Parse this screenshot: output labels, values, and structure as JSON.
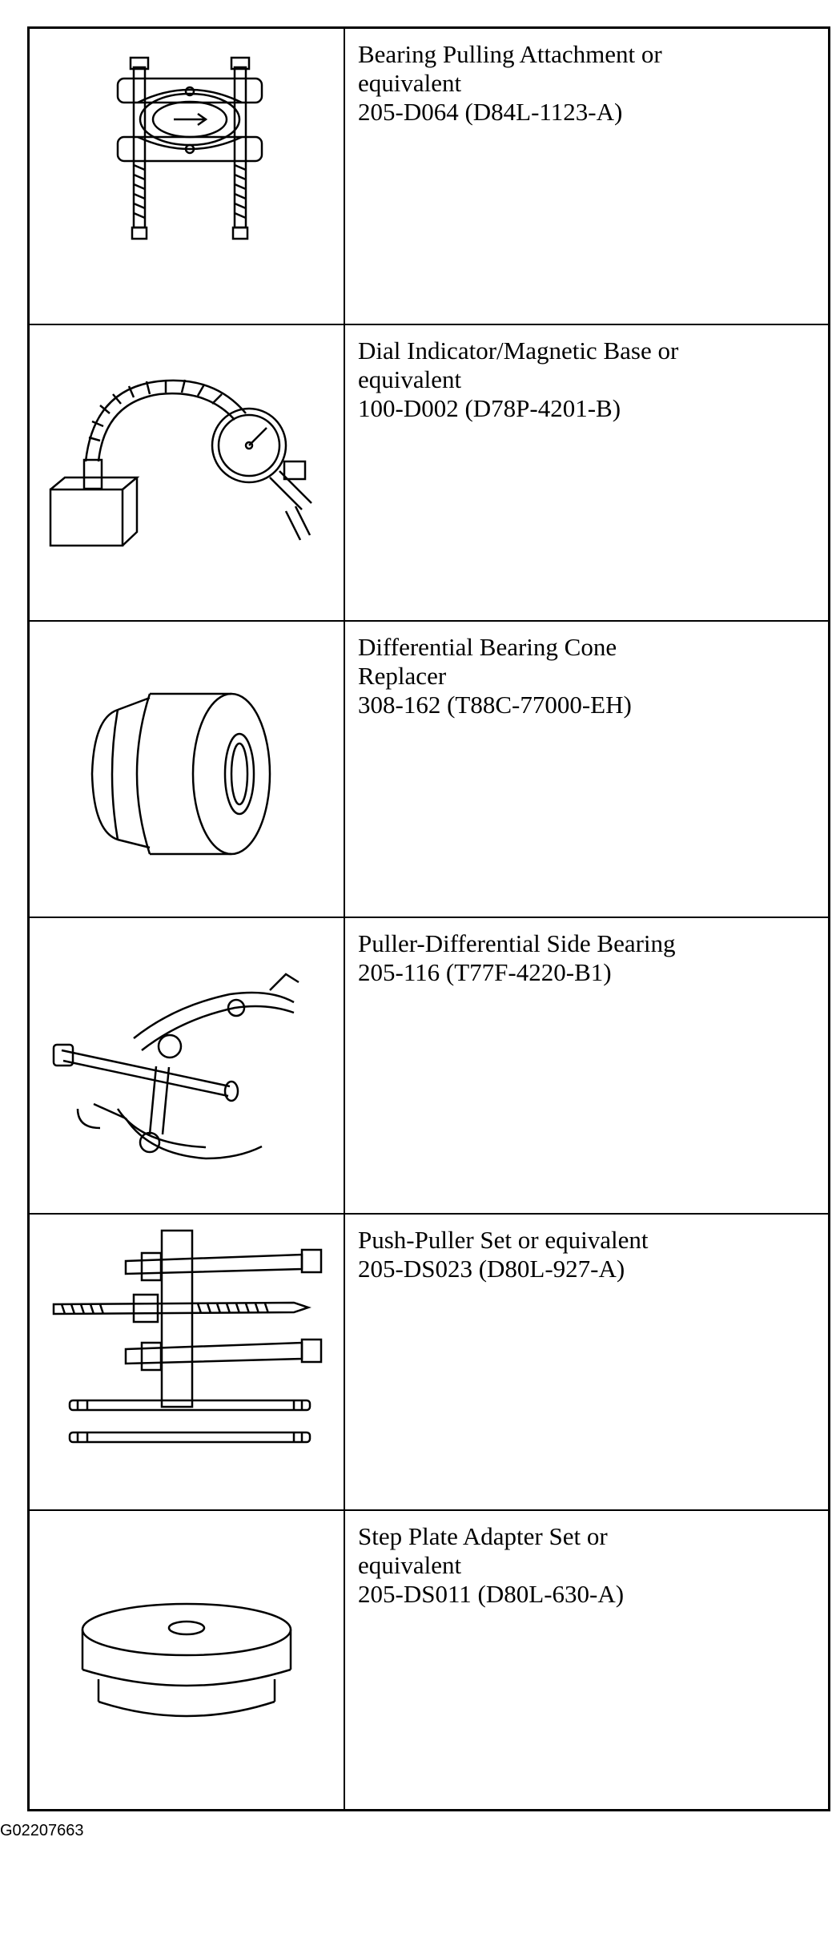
{
  "tools": [
    {
      "name_lines": [
        "Bearing Pulling Attachment or",
        "equivalent"
      ],
      "part_number": "205-D064 (D84L-1123-A)",
      "illustration": "bearing-pulling-attachment-drawing"
    },
    {
      "name_lines": [
        "Dial Indicator/Magnetic Base or",
        "equivalent"
      ],
      "part_number": "100-D002 (D78P-4201-B)",
      "illustration": "dial-indicator-magnetic-base-drawing"
    },
    {
      "name_lines": [
        "Differential Bearing Cone",
        "Replacer"
      ],
      "part_number": "308-162 (T88C-77000-EH)",
      "illustration": "bearing-cone-replacer-drawing"
    },
    {
      "name_lines": [
        "Puller-Differential Side Bearing"
      ],
      "part_number": "205-116 (T77F-4220-B1)",
      "illustration": "side-bearing-puller-drawing"
    },
    {
      "name_lines": [
        "Push-Puller Set or equivalent"
      ],
      "part_number": "205-DS023 (D80L-927-A)",
      "illustration": "push-puller-set-drawing"
    },
    {
      "name_lines": [
        "Step Plate Adapter Set or",
        "equivalent"
      ],
      "part_number": "205-DS011 (D80L-630-A)",
      "illustration": "step-plate-adapter-drawing"
    }
  ],
  "figure_id": "G02207663"
}
